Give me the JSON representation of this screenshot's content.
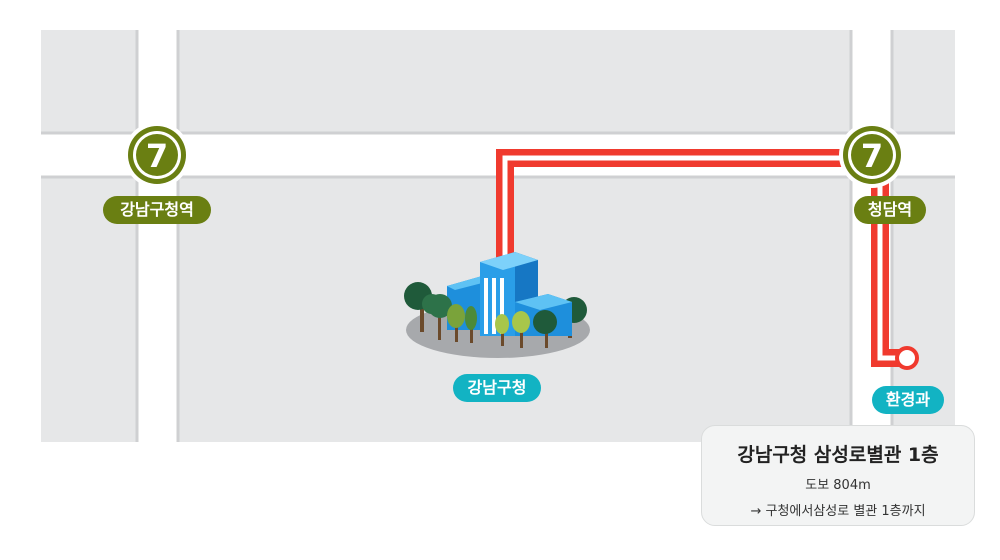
{
  "stations": [
    {
      "line_number": "7",
      "name": "강남구청역",
      "line_color": "#6a7f12"
    },
    {
      "line_number": "7",
      "name": "청담역",
      "line_color": "#6a7f12"
    }
  ],
  "places": {
    "origin": {
      "name": "강남구청"
    },
    "destination": {
      "name": "환경과"
    }
  },
  "route": {
    "color": "#f03a2e"
  },
  "info_card": {
    "title": "강남구청 삼성로별관 1층",
    "distance": "도보 804m",
    "direction": "→ 구청에서삼성로 별관 1층까지"
  },
  "colors": {
    "block": "#e6e7e8",
    "road": "#ffffff",
    "station": "#6a7f12",
    "place_label": "#12b3c3"
  }
}
